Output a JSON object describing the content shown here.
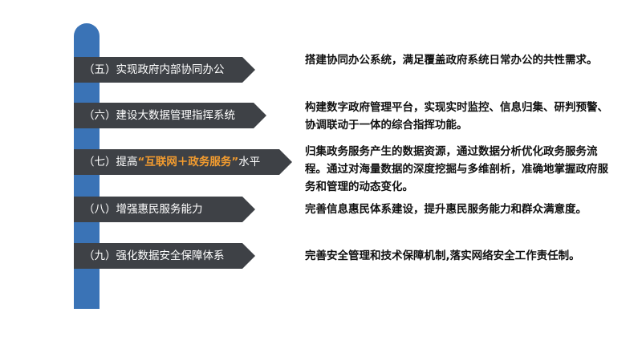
{
  "items": [
    {
      "tag": "（五）实现政府内部协同办公",
      "desc": "搭建协同办公系统，满足覆盖政府系统日常办公的共性需求。"
    },
    {
      "tag": "（六）建设大数据管理指挥系统",
      "desc": "构建数字政府管理平台，实现实时监控、信息归集、研判预警、协调联动于一体的综合指挥功能。"
    },
    {
      "tag_prefix": "（七）提高",
      "tag_highlight": "“互联网＋政务服务”",
      "tag_suffix": "水平",
      "desc": "归集政务服务产生的数据资源，通过数据分析优化政务服务流程。通过对海量数据的深度挖掘与多维剖析，准确地掌握政府服务和管理的动态变化。"
    },
    {
      "tag": "（八）增强惠民服务能力",
      "desc": "完善信息惠民体系建设，提升惠民服务能力和群众满意度。"
    },
    {
      "tag": "（九）强化数据安全保障体系",
      "desc": "完善安全管理和技术保障机制,落实网络安全工作责任制。"
    }
  ],
  "colors": {
    "bar": "#3a73b6",
    "tag_bg": "#3e4146",
    "highlight": "#f39c2f"
  }
}
